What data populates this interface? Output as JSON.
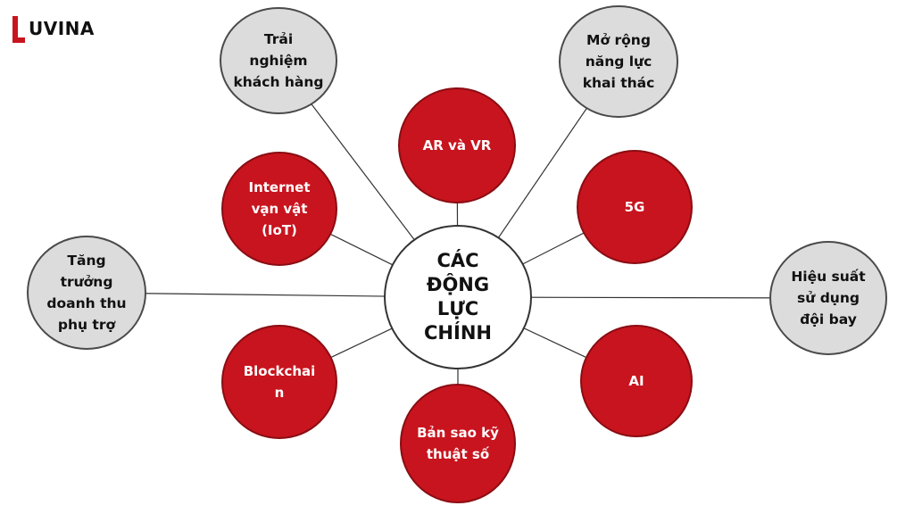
{
  "logo": {
    "text": "UVINA",
    "brand_color": "#c8141e"
  },
  "center": {
    "label": "CÁC\nĐỘNG\nLỰC\nCHÍNH"
  },
  "drivers": [
    {
      "id": "ar-vr",
      "label": "AR và VR"
    },
    {
      "id": "5g",
      "label": "5G"
    },
    {
      "id": "ai",
      "label": "AI"
    },
    {
      "id": "digital-twin",
      "label": "Bản sao kỹ\nthuật số"
    },
    {
      "id": "blockchain",
      "label": "Blockchai\nn"
    },
    {
      "id": "iot",
      "label": "Internet\nvạn vật\n(IoT)"
    }
  ],
  "outcomes": [
    {
      "id": "customer-experience",
      "label": "Trải\nnghiệm\nkhách hàng"
    },
    {
      "id": "operational-capacity",
      "label": "Mở rộng\nnăng lực\nkhai thác"
    },
    {
      "id": "fleet-performance",
      "label": "Hiệu suất\nsử dụng\nđội bay"
    },
    {
      "id": "ancillary-revenue",
      "label": "Tăng\ntrưởng\ndoanh thu\nphụ trợ"
    }
  ],
  "colors": {
    "driver": "#c8141e",
    "outcome": "#dcdcdc",
    "line": "#333333"
  }
}
